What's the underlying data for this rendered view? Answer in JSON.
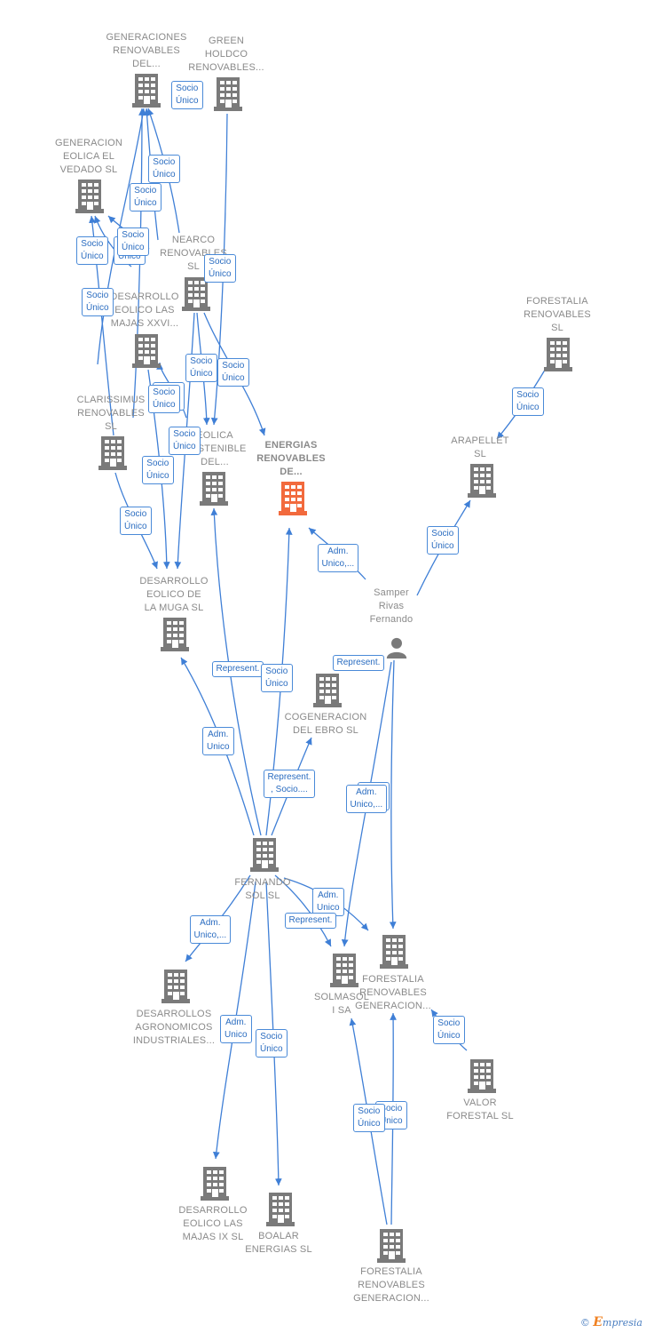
{
  "nodes": [
    {
      "id": "n1",
      "kind": "company",
      "label": "GENERACIONES\nRENOVABLES\nDEL..."
    },
    {
      "id": "n2",
      "kind": "company",
      "label": "GREEN\nHOLDCO\nRENOVABLES..."
    },
    {
      "id": "n3",
      "kind": "company",
      "label": "GENERACION\nEOLICA EL\nVEDADO SL"
    },
    {
      "id": "n4",
      "kind": "company",
      "label": "NEARCO\nRENOVABLES\nSL"
    },
    {
      "id": "n5",
      "kind": "company",
      "label": "DESARROLLO\nEOLICO LAS\nMAJAS XXVI..."
    },
    {
      "id": "n6",
      "kind": "company",
      "label": "FORESTALIA\nRENOVABLES\nSL"
    },
    {
      "id": "n7",
      "kind": "company",
      "label": "CLARISSIMUS\nRENOVABLES\nSL"
    },
    {
      "id": "n8",
      "kind": "company",
      "label": "EOLICA\nSOSTENIBLE\nDEL..."
    },
    {
      "id": "n9",
      "kind": "focus",
      "label": "ENERGIAS\nRENOVABLES\nDE..."
    },
    {
      "id": "n10",
      "kind": "company",
      "label": "ARAPELLET\nSL"
    },
    {
      "id": "n11",
      "kind": "company",
      "label": "DESARROLLO\nEOLICO DE\nLA MUGA SL"
    },
    {
      "id": "n12",
      "kind": "person",
      "label": "Samper\nRivas\nFernando"
    },
    {
      "id": "n13",
      "kind": "company",
      "label": "COGENERACION\nDEL EBRO  SL"
    },
    {
      "id": "n14",
      "kind": "company",
      "label": "FERNANDO\nSOL SL"
    },
    {
      "id": "n15",
      "kind": "company",
      "label": "FORESTALIA\nRENOVABLES\nGENERACION..."
    },
    {
      "id": "n16",
      "kind": "company",
      "label": "SOLMASOL\nI SA"
    },
    {
      "id": "n17",
      "kind": "company",
      "label": "DESARROLLOS\nAGRONOMICOS\nINDUSTRIALES..."
    },
    {
      "id": "n18",
      "kind": "company",
      "label": "VALOR\nFORESTAL SL"
    },
    {
      "id": "n19",
      "kind": "company",
      "label": "DESARROLLO\nEOLICO LAS\nMAJAS IX  SL"
    },
    {
      "id": "n20",
      "kind": "company",
      "label": "BOALAR\nENERGIAS  SL"
    },
    {
      "id": "n21",
      "kind": "company",
      "label": "FORESTALIA\nRENOVABLES\nGENERACION..."
    }
  ],
  "relation_labels": [
    "Socio\nÚnico",
    "Socio\nÚnico",
    "Socio\nÚnico",
    "Socio\nÚnico",
    "Socio\nÚnico",
    "Socio\nÚnico",
    "Socio\nÚnico",
    "Socio\nÚnico",
    "Socio\nÚnico",
    "Socio\nÚnico",
    "Socio\nÚnico",
    "Socio\nÚnico",
    "Socio\nÚnico",
    "Socio\nÚnico",
    "Socio\nÚnico",
    "Adm.\nUnico,...",
    "Represent.",
    "Represent.",
    "Socio\nÚnico",
    "Adm.\nUnico",
    "Represent.\n, Socio....",
    "Socio\nÚnico",
    "Adm.\nUnico,...",
    "Adm.\nUnico",
    "Represent.",
    "Adm.\nUnico,...",
    "Adm.\nUnico",
    "Socio\nÚnico",
    "Socio\nÚnico",
    "Socio\nÚnico",
    "Socio\nÚnico",
    "Socio\nÚnico",
    "Socio\nÚnico"
  ],
  "colors": {
    "edge": "#3f7fd6",
    "building": "#7a7a7a",
    "focus": "#f26a3d",
    "label_border": "#4a8ad8"
  },
  "footer": {
    "copyright": "©",
    "brand_initial": "E",
    "brand_rest": "mpresia"
  }
}
